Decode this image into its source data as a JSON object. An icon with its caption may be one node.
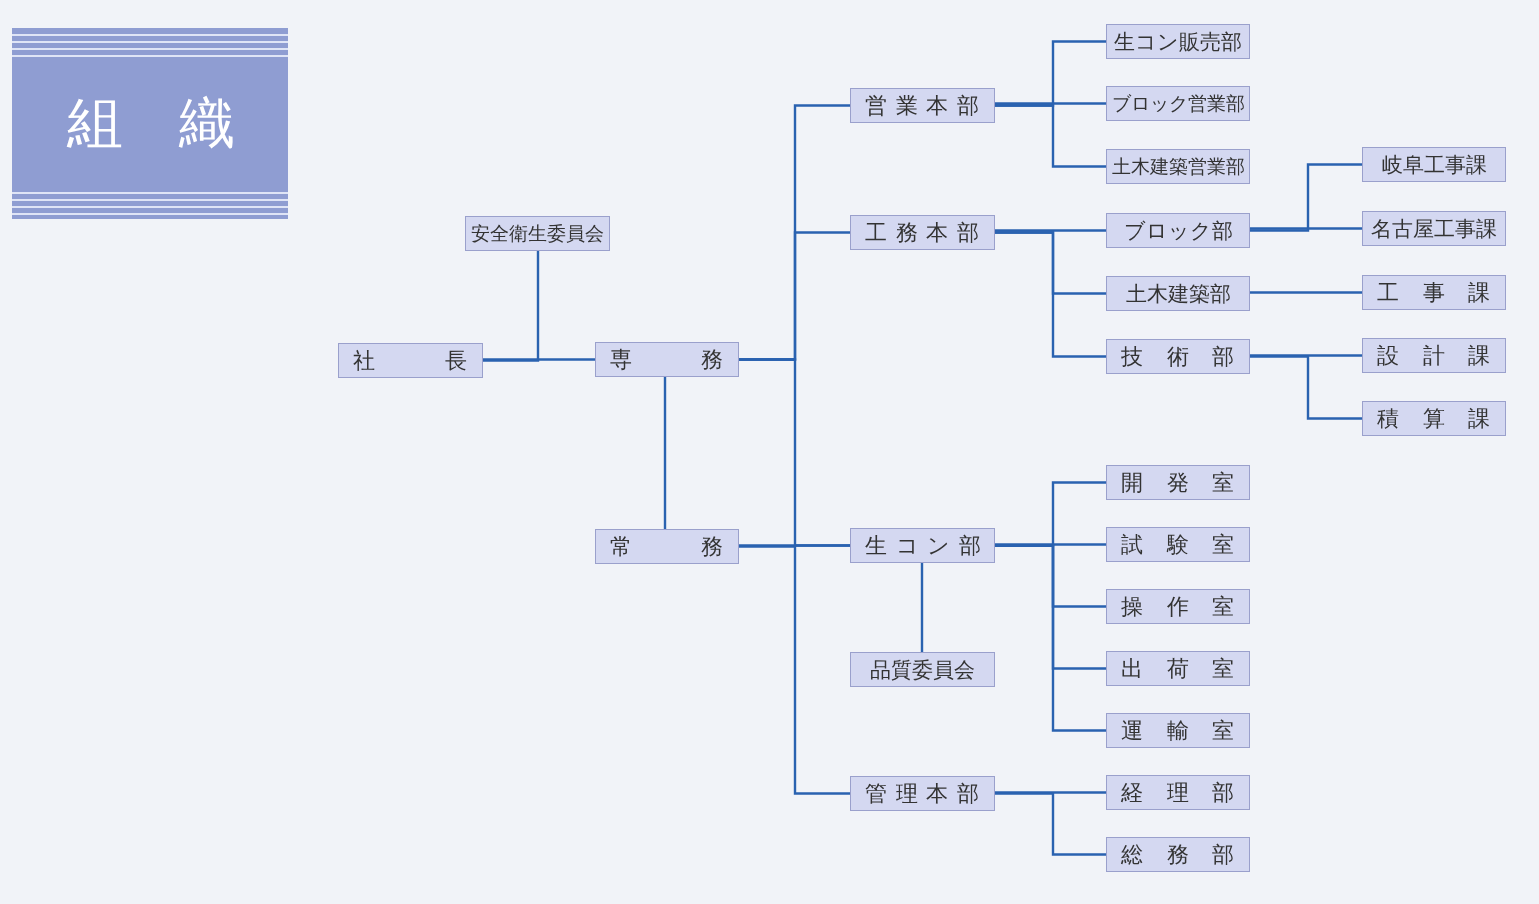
{
  "diagram": {
    "title": "組織",
    "nodes": [
      {
        "text": [
          "社長"
        ]
      },
      {
        "text": [
          "安全衛生委員会"
        ]
      },
      {
        "text": [
          "専務"
        ]
      },
      {
        "text": [
          "常務"
        ]
      },
      {
        "text": [
          "営業本部"
        ]
      },
      {
        "text": [
          "工務本部"
        ]
      },
      {
        "text": [
          "生コン部"
        ]
      },
      {
        "text": [
          "品質委員会"
        ]
      },
      {
        "text": [
          "管理本部"
        ]
      },
      {
        "text": [
          "生コン販売部"
        ]
      },
      {
        "text": [
          "ブロック営業部"
        ]
      },
      {
        "text": [
          "土木建築営業部"
        ]
      },
      {
        "text": [
          "ブロック部"
        ]
      },
      {
        "text": [
          "土木建築部"
        ]
      },
      {
        "text": [
          "技術部"
        ]
      },
      {
        "text": [
          "岐阜工事課"
        ]
      },
      {
        "text": [
          "名古屋工事課"
        ]
      },
      {
        "text": [
          "工事課"
        ]
      },
      {
        "text": [
          "設計課"
        ]
      },
      {
        "text": [
          "積算課"
        ]
      },
      {
        "text": [
          "開発室"
        ]
      },
      {
        "text": [
          "試験室"
        ]
      },
      {
        "text": [
          "操作室"
        ]
      },
      {
        "text": [
          "出荷室"
        ]
      },
      {
        "text": [
          "運輸室"
        ]
      },
      {
        "text": [
          "経理部"
        ]
      },
      {
        "text": [
          "総務部"
        ]
      }
    ],
    "edges": [
      {
        "from": 0,
        "to": 2,
        "arrow": "none"
      },
      {
        "from": 0,
        "to": 1,
        "arrow": "none"
      },
      {
        "from": 2,
        "to": 4,
        "arrow": "none"
      },
      {
        "from": 2,
        "to": 5,
        "arrow": "none"
      },
      {
        "from": 2,
        "to": 6,
        "arrow": "none"
      },
      {
        "from": 3,
        "to": 6,
        "arrow": "none"
      },
      {
        "from": 2,
        "to": 3,
        "arrow": "none"
      },
      {
        "from": 3,
        "to": 8,
        "arrow": "none"
      },
      {
        "from": 6,
        "to": 7,
        "arrow": "none"
      },
      {
        "from": 4,
        "to": 9,
        "arrow": "none"
      },
      {
        "from": 4,
        "to": 10,
        "arrow": "none"
      },
      {
        "from": 4,
        "to": 11,
        "arrow": "none"
      },
      {
        "from": 5,
        "to": 12,
        "arrow": "none"
      },
      {
        "from": 5,
        "to": 13,
        "arrow": "none"
      },
      {
        "from": 5,
        "to": 14,
        "arrow": "none"
      },
      {
        "from": 12,
        "to": 15,
        "arrow": "none"
      },
      {
        "from": 12,
        "to": 16,
        "arrow": "none"
      },
      {
        "from": 13,
        "to": 17,
        "arrow": "none"
      },
      {
        "from": 14,
        "to": 18,
        "arrow": "none"
      },
      {
        "from": 14,
        "to": 19,
        "arrow": "none"
      },
      {
        "from": 6,
        "to": 20,
        "arrow": "none"
      },
      {
        "from": 6,
        "to": 21,
        "arrow": "none"
      },
      {
        "from": 6,
        "to": 22,
        "arrow": "none"
      },
      {
        "from": 6,
        "to": 23,
        "arrow": "none"
      },
      {
        "from": 6,
        "to": 24,
        "arrow": "none"
      },
      {
        "from": 8,
        "to": 25,
        "arrow": "none"
      },
      {
        "from": 8,
        "to": 26,
        "arrow": "none"
      }
    ]
  }
}
